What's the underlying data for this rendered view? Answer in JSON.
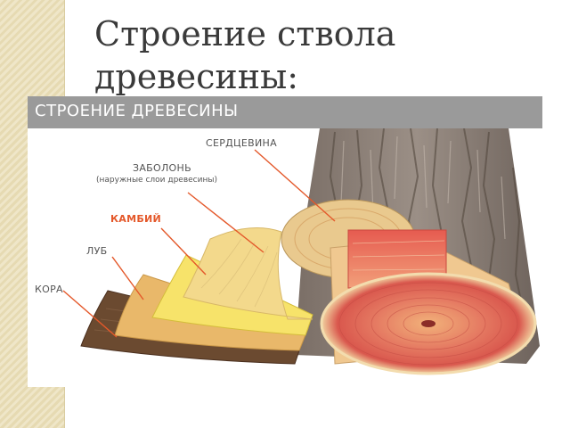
{
  "slide": {
    "title": "Строение ствола древесины:"
  },
  "diagram": {
    "banner": "СТРОЕНИЕ ДРЕВЕСИНЫ",
    "labels": {
      "pith": "СЕРДЦЕВИНА",
      "sapwood": "ЗАБОЛОНЬ",
      "sapwood_note": "(наружные слои древесины)",
      "cambium": "КАМБИЙ",
      "bast": "ЛУБ",
      "bark": "КОРА"
    },
    "colors": {
      "banner": "#9a9a9a",
      "cambium_label": "#e4582a",
      "bark": "#6b4a30",
      "bast": "#e9b86a",
      "cambium_layer": "#f4dd4a",
      "sapwood": "#f3d98c",
      "heartwood": "#e0675a"
    }
  }
}
